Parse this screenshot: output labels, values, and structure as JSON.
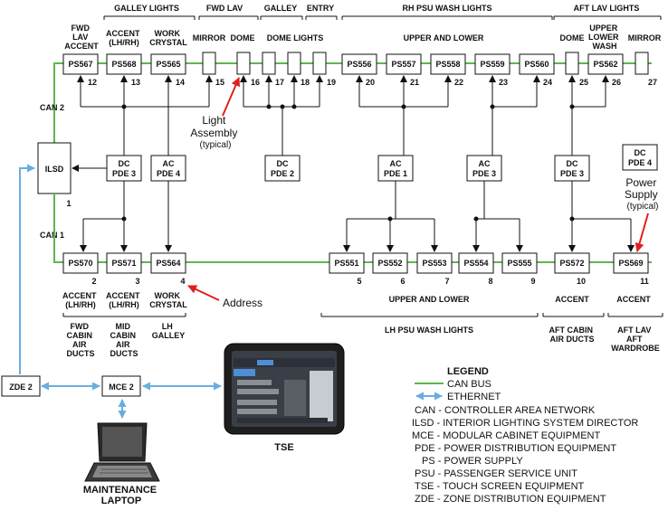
{
  "headers": {
    "galley_lights": "GALLEY LIGHTS",
    "fwd_lav": "FWD LAV",
    "galley": "GALLEY",
    "entry": "ENTRY",
    "rh_psu": "RH PSU WASH LIGHTS",
    "aft_lav_lights": "AFT LAV LIGHTS",
    "fwd_lav_accent": [
      "FWD",
      "LAV",
      "ACCENT"
    ],
    "accent_lhrh_top": [
      "ACCENT",
      "(LH/RH)"
    ],
    "work_crystal_top": [
      "WORK",
      "CRYSTAL"
    ],
    "mirror_top": "MIRROR",
    "dome_top": "DOME",
    "dome_lights": "DOME LIGHTS",
    "upper_and_lower_top": "UPPER AND LOWER",
    "dome_aft": "DOME",
    "upper_lower_wash": [
      "UPPER",
      "LOWER",
      "WASH"
    ],
    "mirror_aft": "MIRROR"
  },
  "top_units": [
    {
      "label": "PS567",
      "num": "12"
    },
    {
      "label": "PS568",
      "num": "13"
    },
    {
      "label": "PS565",
      "num": "14"
    },
    {
      "label": "",
      "num": "15"
    },
    {
      "label": "",
      "num": "16"
    },
    {
      "label": "",
      "num": "17"
    },
    {
      "label": "",
      "num": "18"
    },
    {
      "label": "",
      "num": "19"
    },
    {
      "label": "PS556",
      "num": "20"
    },
    {
      "label": "PS557",
      "num": "21"
    },
    {
      "label": "PS558",
      "num": "22"
    },
    {
      "label": "PS559",
      "num": "23"
    },
    {
      "label": "PS560",
      "num": "24"
    },
    {
      "label": "",
      "num": "25"
    },
    {
      "label": "PS562",
      "num": "26"
    },
    {
      "label": "",
      "num": "27"
    }
  ],
  "bottom_units": [
    {
      "label": "PS570",
      "num": "2"
    },
    {
      "label": "PS571",
      "num": "3"
    },
    {
      "label": "PS564",
      "num": "4"
    },
    {
      "label": "PS551",
      "num": "5"
    },
    {
      "label": "PS552",
      "num": "6"
    },
    {
      "label": "PS553",
      "num": "7"
    },
    {
      "label": "PS554",
      "num": "8"
    },
    {
      "label": "PS555",
      "num": "9"
    },
    {
      "label": "PS572",
      "num": "10"
    },
    {
      "label": "PS569",
      "num": "11"
    }
  ],
  "pdes": {
    "dc_pde3_left": [
      "DC",
      "PDE 3"
    ],
    "ac_pde4": [
      "AC",
      "PDE 4"
    ],
    "dc_pde2": [
      "DC",
      "PDE 2"
    ],
    "ac_pde1": [
      "AC",
      "PDE 1"
    ],
    "ac_pde3": [
      "AC",
      "PDE 3"
    ],
    "dc_pde3_right": [
      "DC",
      "PDE 3"
    ],
    "dc_pde4": [
      "DC",
      "PDE 4"
    ]
  },
  "ilsd": {
    "label": "ILSD",
    "num": "1"
  },
  "can2": "CAN 2",
  "can1": "CAN 1",
  "annotations": {
    "light_assembly": [
      "Light",
      "Assembly",
      "(typical)"
    ],
    "power_supply": [
      "Power",
      "Supply",
      "(typical)"
    ],
    "address": "Address"
  },
  "bottom_labels": {
    "accent_lhrh_1": [
      "ACCENT",
      "(LH/RH)"
    ],
    "accent_lhrh_2": [
      "ACCENT",
      "(LH/RH)"
    ],
    "work_crystal": [
      "WORK",
      "CRYSTAL"
    ],
    "upper_and_lower": "UPPER AND LOWER",
    "lh_psu": "LH PSU WASH LIGHTS",
    "accent_1": "ACCENT",
    "accent_2": "ACCENT",
    "fwd_cabin": [
      "FWD",
      "CABIN",
      "AIR",
      "DUCTS"
    ],
    "mid_cabin": [
      "MID",
      "CABIN",
      "AIR",
      "DUCTS"
    ],
    "lh_galley": [
      "LH",
      "GALLEY"
    ],
    "aft_cabin": [
      "AFT CABIN",
      "AIR DUCTS"
    ],
    "aft_lav": [
      "AFT LAV",
      "AFT",
      "WARDROBE"
    ]
  },
  "zde": "ZDE  2",
  "mce": "MCE  2",
  "maintenance_laptop": [
    "MAINTENANCE",
    "LAPTOP"
  ],
  "tse": "TSE",
  "legend": {
    "title": "LEGEND",
    "can_bus": "CAN BUS",
    "ethernet": "ETHERNET",
    "items": [
      "CAN - CONTROLLER AREA NETWORK",
      "ILSD - INTERIOR LIGHTING SYSTEM DIRECTOR",
      "MCE - MODULAR CABINET EQUIPMENT",
      "PDE - POWER DISTRIBUTION EQUIPMENT",
      "PS - POWER SUPPLY",
      "PSU - PASSENGER SERVICE UNIT",
      "TSE - TOUCH SCREEN EQUIPMENT",
      "ZDE - ZONE DISTRIBUTION EQUIPMENT"
    ]
  },
  "colors": {
    "can_bus": "#5bb84a",
    "ethernet": "#6aaee0",
    "arrow_red": "#e02020"
  }
}
